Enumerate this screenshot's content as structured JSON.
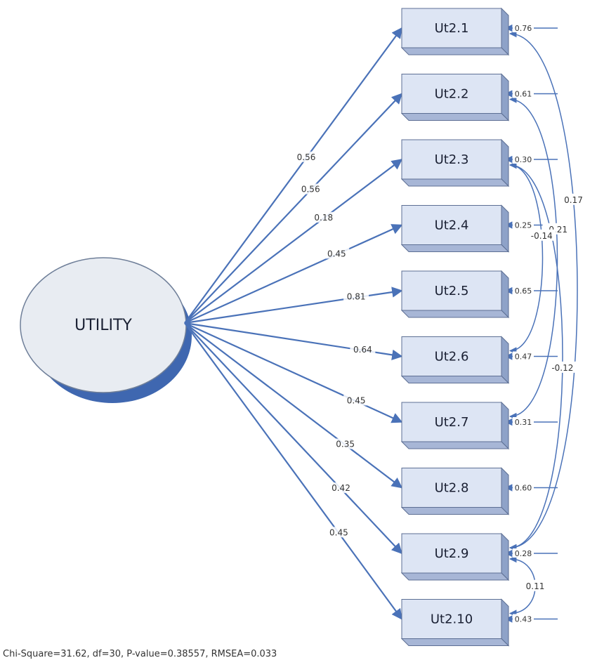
{
  "latent": {
    "label": "UTILITY"
  },
  "indicators": [
    {
      "label": "Ut2.1",
      "loading": "0.56",
      "error": "0.76"
    },
    {
      "label": "Ut2.2",
      "loading": "0.56",
      "error": "0.61"
    },
    {
      "label": "Ut2.3",
      "loading": "0.18",
      "error": "0.30"
    },
    {
      "label": "Ut2.4",
      "loading": "0.45",
      "error": "0.25"
    },
    {
      "label": "Ut2.5",
      "loading": "0.81",
      "error": "0.65"
    },
    {
      "label": "Ut2.6",
      "loading": "0.64",
      "error": "0.47"
    },
    {
      "label": "Ut2.7",
      "loading": "0.45",
      "error": "0.31"
    },
    {
      "label": "Ut2.8",
      "loading": "0.35",
      "error": "0.60"
    },
    {
      "label": "Ut2.9",
      "loading": "0.42",
      "error": "0.28"
    },
    {
      "label": "Ut2.10",
      "loading": "0.45",
      "error": "0.43"
    }
  ],
  "covariances": [
    {
      "from": "Ut2.1",
      "to": "Ut2.9",
      "value": "0.17"
    },
    {
      "from": "Ut2.2",
      "to": "Ut2.7",
      "value": "-0.21"
    },
    {
      "from": "Ut2.3",
      "to": "Ut2.6",
      "value": "-0.14"
    },
    {
      "from": "Ut2.3",
      "to": "Ut2.9",
      "value": "-0.12"
    },
    {
      "from": "Ut2.9",
      "to": "Ut2.10",
      "value": "0.11"
    }
  ],
  "fit_statistics": "Chi-Square=31.62, df=30, P-value=0.38557, RMSEA=0.033",
  "colors": {
    "arrow": "#4a72b8",
    "box_fill": "#dde5f4",
    "box_side": "#8ea2c8",
    "ellipse_fill": "#e8ecf2",
    "ellipse_shadow": "#3f67b0"
  }
}
